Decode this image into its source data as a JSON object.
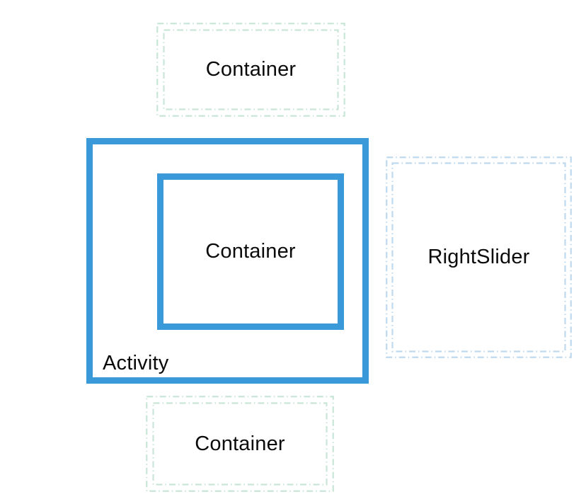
{
  "colors": {
    "activity_border": "#3a99d8",
    "offscreen_container_border": "#c9e6d8",
    "right_slider_border": "#bfd9ee",
    "label_text": "#0b0b0b",
    "background": "#ffffff"
  },
  "diagram": {
    "top_offscreen_container": {
      "label": "Container"
    },
    "activity": {
      "label": "Activity"
    },
    "center_container": {
      "label": "Container"
    },
    "right_slider": {
      "label": "RightSlider"
    },
    "bottom_offscreen_container": {
      "label": "Container"
    }
  }
}
